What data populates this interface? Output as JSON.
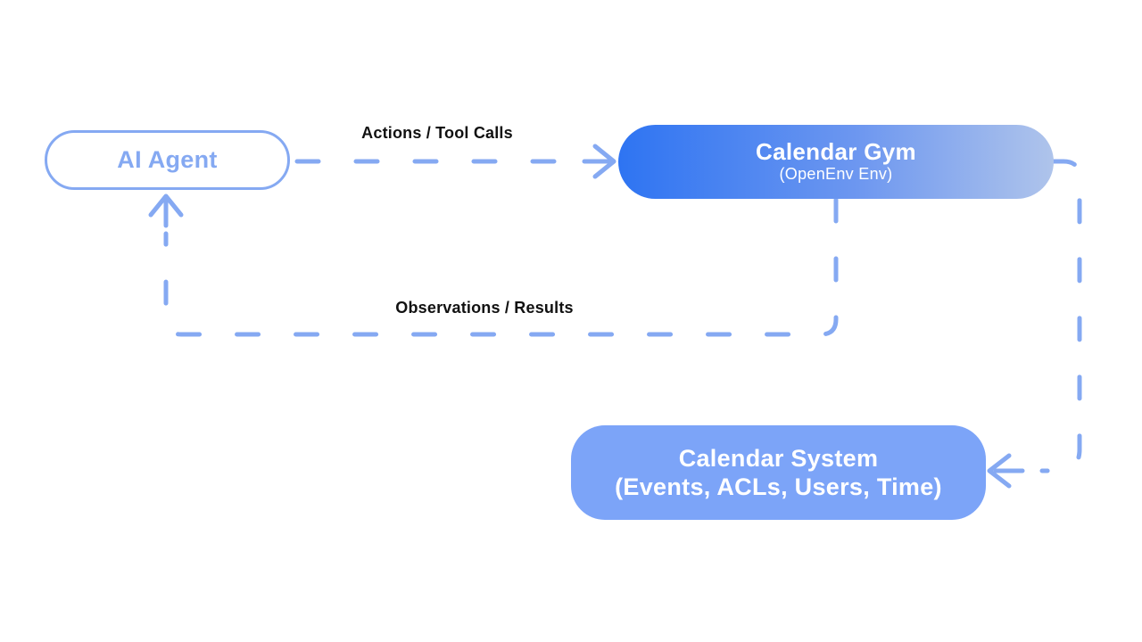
{
  "colors": {
    "accent_blue": "#85A9F2",
    "gym_gradient_start": "#2E74F2",
    "gym_gradient_end": "#AFC4EB",
    "system_fill": "#7CA4F8",
    "label_text": "#111111",
    "node_text_on_fill": "#FFFFFF",
    "background": "#FFFFFF"
  },
  "nodes": {
    "agent": {
      "label": "AI Agent"
    },
    "gym": {
      "title": "Calendar Gym",
      "subtitle": "(OpenEnv Env)"
    },
    "system": {
      "title": "Calendar System",
      "subtitle": "(Events, ACLs, Users, Time)"
    }
  },
  "edges": {
    "actions": {
      "label": "Actions / Tool Calls",
      "from": "AI Agent",
      "to": "Calendar Gym"
    },
    "observations": {
      "label": "Observations / Results",
      "from": "Calendar Gym",
      "to": "AI Agent"
    },
    "gym_to_system": {
      "label": "",
      "from": "Calendar Gym",
      "to": "Calendar System"
    }
  }
}
